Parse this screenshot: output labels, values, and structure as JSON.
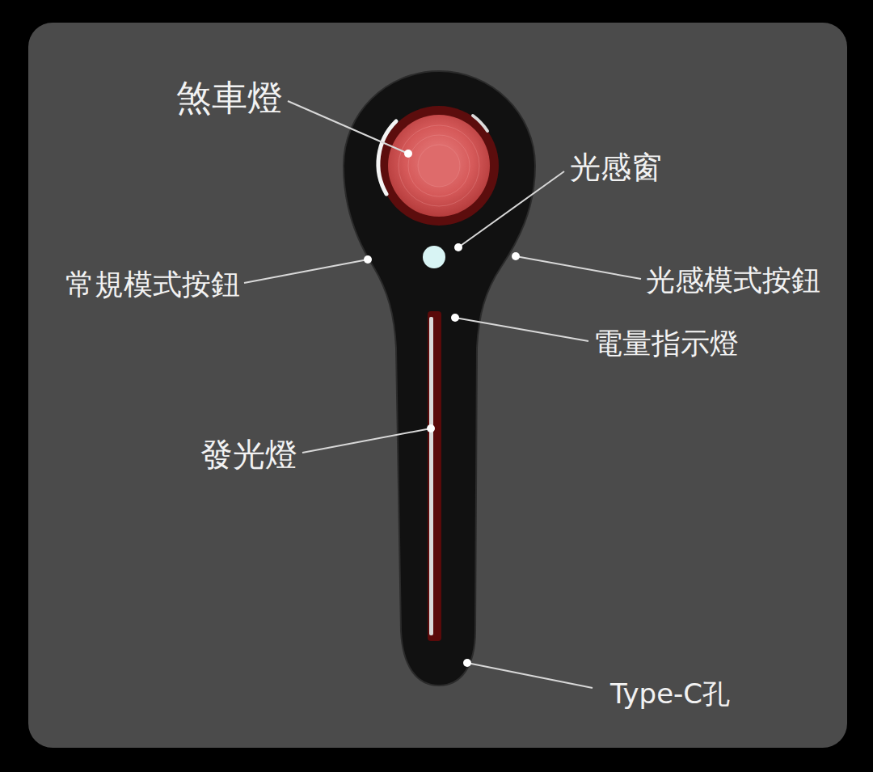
{
  "diagram": {
    "labels": [
      "煞車燈",
      "光感窗",
      "常規模式按鈕",
      "光感模式按鈕",
      "電量指示燈",
      "發光燈",
      "Type-C孔"
    ]
  }
}
